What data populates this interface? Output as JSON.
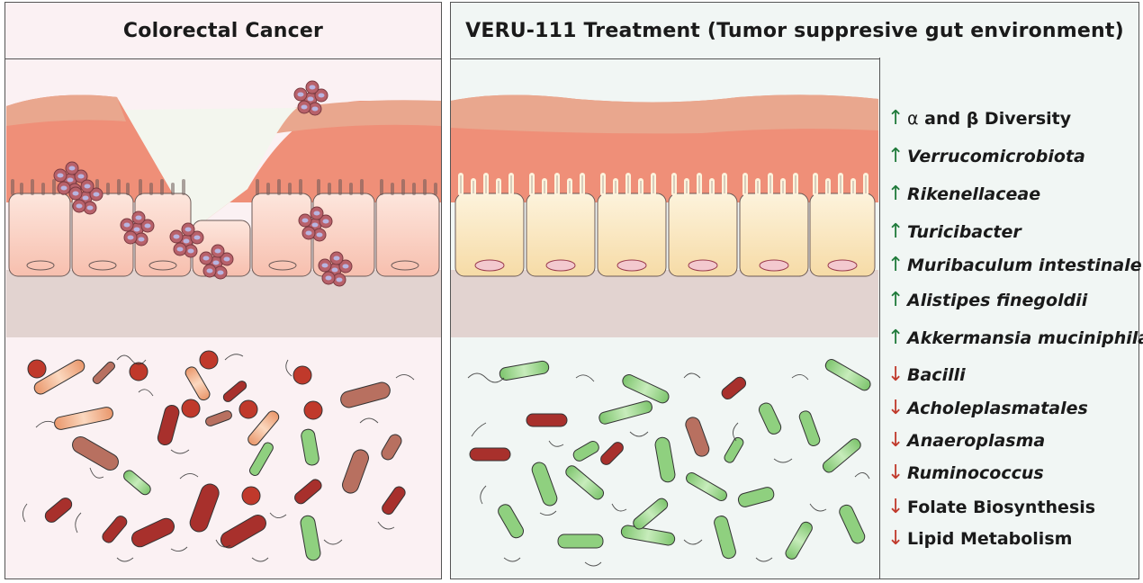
{
  "left_panel": {
    "title": "Colorectal Cancer"
  },
  "right_panel": {
    "title": "VERU-111 Treatment (Tumor suppresive gut environment)",
    "findings": [
      {
        "direction": "up",
        "prefix": "α",
        "text": " and β Diversity",
        "italic": false
      },
      {
        "direction": "up",
        "prefix": "",
        "text": "Verrucomicrobiota",
        "italic": true
      },
      {
        "direction": "up",
        "prefix": "",
        "text": "Rikenellaceae",
        "italic": true
      },
      {
        "direction": "up",
        "prefix": "",
        "text": "Turicibacter",
        "italic": true
      },
      {
        "direction": "up",
        "prefix": "",
        "text": "Muribaculum intestinale",
        "italic": true
      },
      {
        "direction": "up",
        "prefix": "",
        "text": "Alistipes finegoldii",
        "italic": true
      },
      {
        "direction": "up",
        "prefix": "",
        "text": "Akkermansia muciniphila",
        "italic": true
      },
      {
        "direction": "down",
        "prefix": "",
        "text": "Bacilli",
        "italic": true
      },
      {
        "direction": "down",
        "prefix": "",
        "text": "Acholeplasmatales",
        "italic": true
      },
      {
        "direction": "down",
        "prefix": "",
        "text": "Anaeroplasma",
        "italic": true
      },
      {
        "direction": "down",
        "prefix": "",
        "text": "Ruminococcus",
        "italic": true
      },
      {
        "direction": "down",
        "prefix": "",
        "text": "Folate Biosynthesis",
        "italic": false
      },
      {
        "direction": "down",
        "prefix": "",
        "text": "Lipid Metabolism",
        "italic": false
      }
    ],
    "arrow_up_glyph": "↑",
    "arrow_down_glyph": "↓"
  },
  "colors": {
    "up_arrow": "#1f7a3a",
    "down_arrow": "#c0392b",
    "tumor_cell": "#b8616a",
    "healthy_cell": "#fbeccf",
    "pathogenic_bacteria": "#a8302c",
    "beneficial_bacteria": "#8fd07f"
  }
}
